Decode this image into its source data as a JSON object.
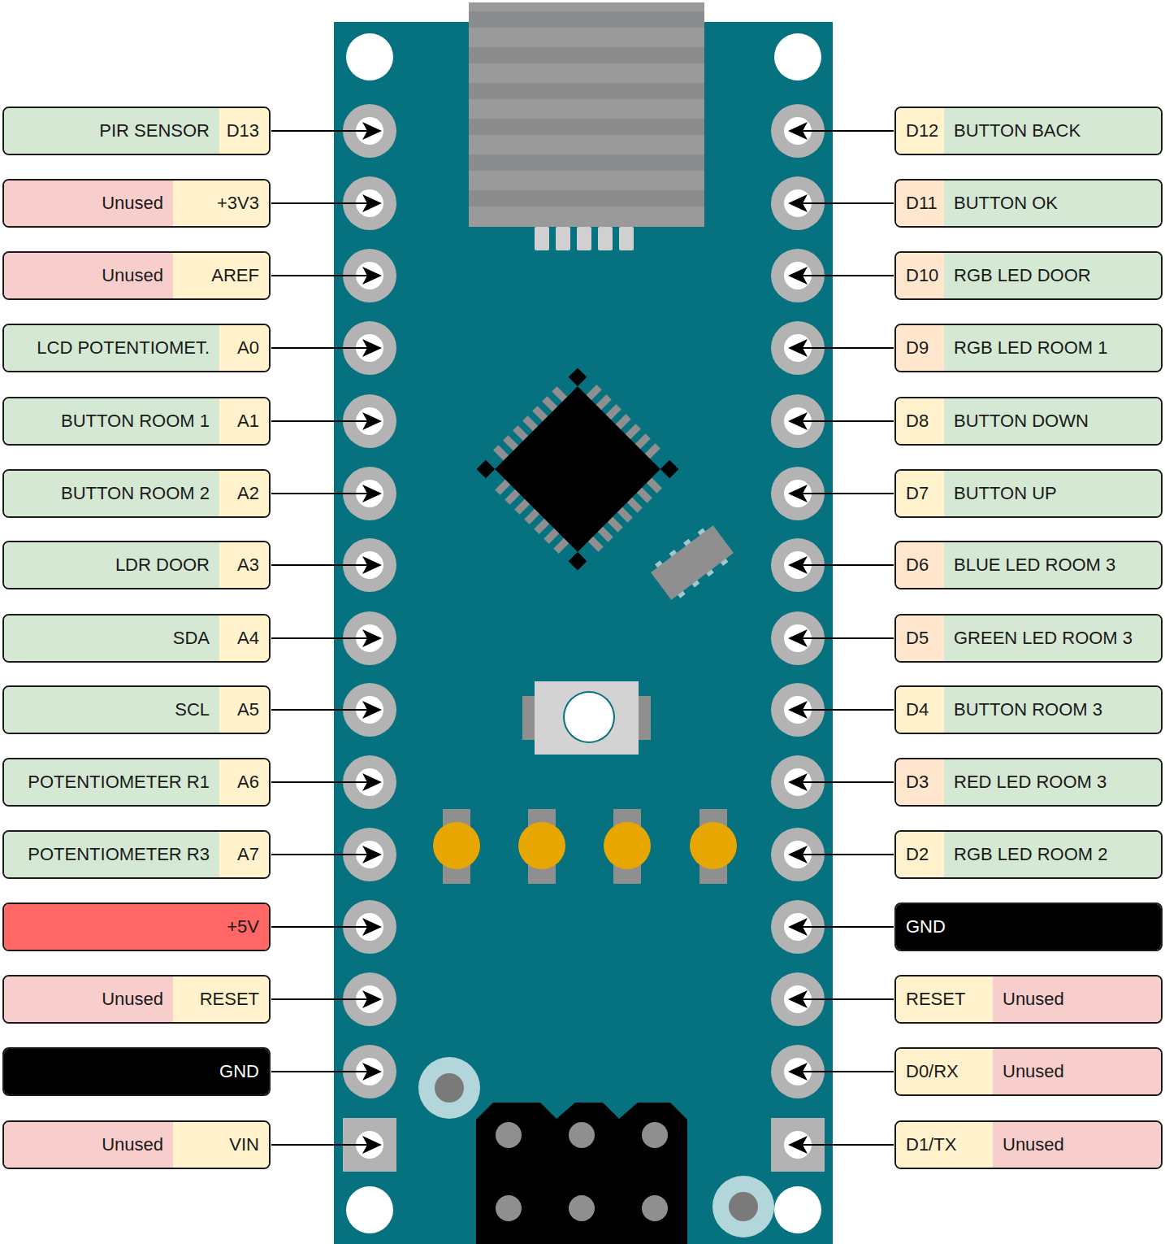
{
  "diagram": {
    "nodes": [
      {
        "text": [
          "PIR SENSOR",
          "D13"
        ]
      },
      {
        "text": [
          "D12",
          "BUTTON BACK"
        ]
      },
      {
        "text": [
          "Unused",
          "+3V3"
        ]
      },
      {
        "text": [
          "D11",
          "BUTTON OK"
        ]
      },
      {
        "text": [
          "Unused",
          "AREF"
        ]
      },
      {
        "text": [
          "D10",
          "RGB LED DOOR"
        ]
      },
      {
        "text": [
          "LCD POTENTIOMET.",
          "A0"
        ]
      },
      {
        "text": [
          "D9",
          "RGB LED ROOM 1"
        ]
      },
      {
        "text": [
          "BUTTON ROOM 1",
          "A1"
        ]
      },
      {
        "text": [
          "D8",
          "BUTTON DOWN"
        ]
      },
      {
        "text": [
          "BUTTON ROOM 2",
          "A2"
        ]
      },
      {
        "text": [
          "D7",
          "BUTTON UP"
        ]
      },
      {
        "text": [
          "LDR DOOR",
          "A3"
        ]
      },
      {
        "text": [
          "D6",
          "BLUE LED ROOM 3"
        ]
      },
      {
        "text": [
          "SDA",
          "A4"
        ]
      },
      {
        "text": [
          "D5",
          "GREEN LED ROOM 3"
        ]
      },
      {
        "text": [
          "SCL",
          "A5"
        ]
      },
      {
        "text": [
          "D4",
          "BUTTON ROOM 3"
        ]
      },
      {
        "text": [
          "POTENTIOMETER R1",
          "A6"
        ]
      },
      {
        "text": [
          "D3",
          "RED LED ROOM 3"
        ]
      },
      {
        "text": [
          "POTENTIOMETER R3",
          "A7"
        ]
      },
      {
        "text": [
          "D2",
          "RGB LED ROOM 2"
        ]
      },
      {
        "text": [
          "+5V"
        ]
      },
      {
        "text": [
          "GND"
        ]
      },
      {
        "text": [
          "Unused",
          "RESET"
        ]
      },
      {
        "text": [
          "RESET",
          "Unused"
        ]
      },
      {
        "text": [
          "GND"
        ]
      },
      {
        "text": [
          "D0/RX",
          "Unused"
        ]
      },
      {
        "text": [
          "Unused",
          "VIN"
        ]
      },
      {
        "text": [
          "D1/TX",
          "Unused"
        ]
      }
    ]
  }
}
